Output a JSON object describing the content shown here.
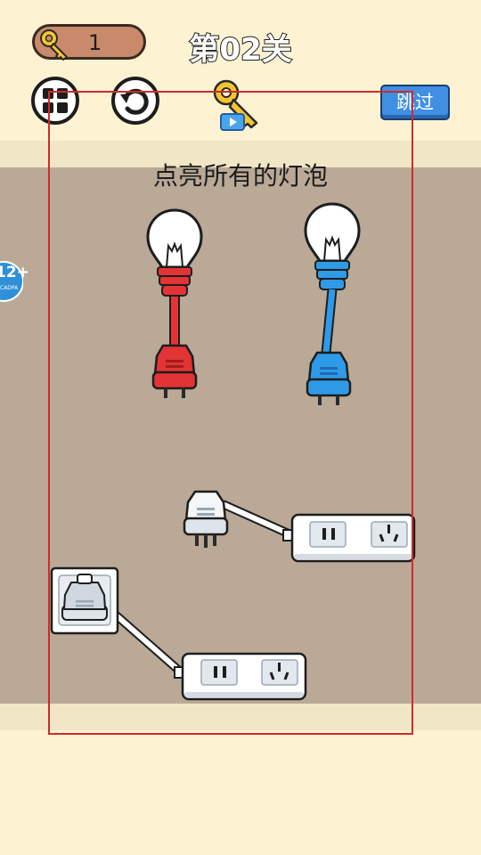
{
  "header": {
    "key_count": "1",
    "level_title": "第02关",
    "skip_label": "跳过"
  },
  "game": {
    "instruction": "点亮所有的灯泡",
    "age_rating": "12+",
    "age_rating_sub": "CADPA"
  },
  "colors": {
    "background": "#fdf3d3",
    "floor": "#b9a996",
    "red_cable": "#e23434",
    "blue_cable": "#2f9ae8",
    "skip_button": "#3f8fe3",
    "frame": "#d22a2a"
  },
  "icons": [
    "key-icon",
    "menu-grid-icon",
    "restart-icon",
    "video-hint-key-icon",
    "light-bulb-icon",
    "plug-icon",
    "power-strip-icon",
    "wall-socket-icon"
  ]
}
